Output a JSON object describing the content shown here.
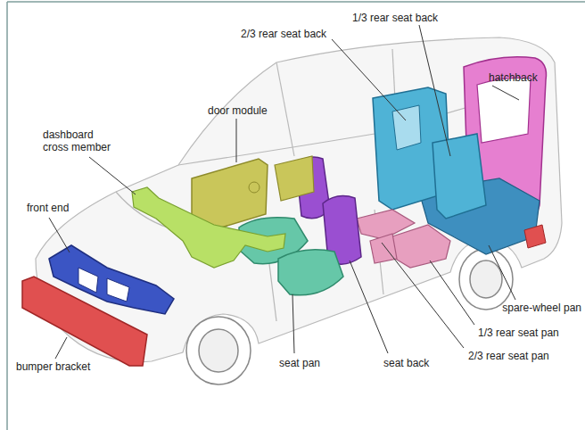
{
  "diagram": {
    "labels": [
      "2/3 rear seat back",
      "1/3 rear seat back",
      "hatchback",
      "door module",
      "dashboard cross member",
      "front end",
      "spare-wheel pan",
      "1/3 rear seat pan",
      "2/3 rear seat pan",
      "seat pan",
      "seat back",
      "bumper bracket"
    ]
  }
}
